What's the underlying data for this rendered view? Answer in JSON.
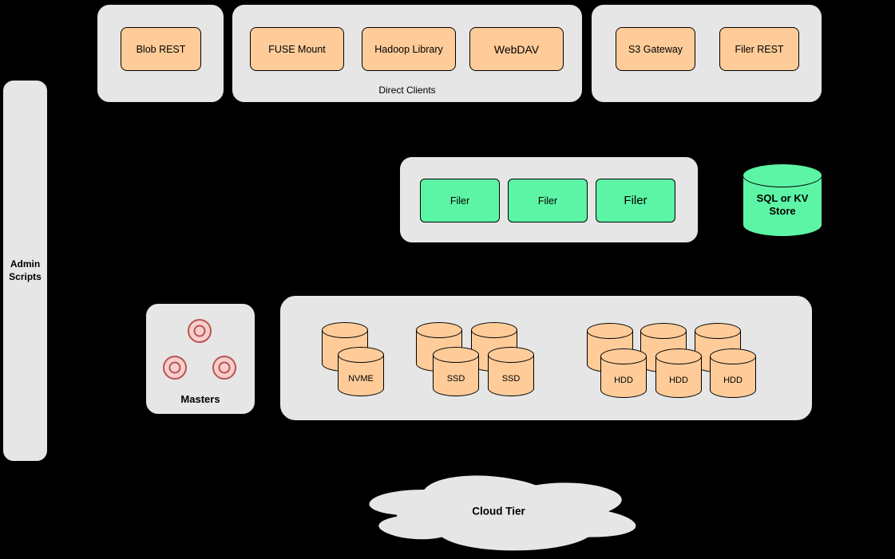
{
  "colors": {
    "background": "#000000",
    "container_fill": "#E6E6E6",
    "node_orange": "#FFCC99",
    "node_green": "#5CF5A6",
    "master_pink": "#F8CECC",
    "master_border": "#B85450",
    "outline": "#000000"
  },
  "admin_scripts": {
    "label": "Admin Scripts"
  },
  "groups": {
    "blob": {
      "items": [
        "Blob REST"
      ]
    },
    "direct_clients": {
      "caption": "Direct Clients",
      "items": [
        "FUSE Mount",
        "Hadoop Library",
        "WebDAV"
      ]
    },
    "gateways": {
      "items": [
        "S3 Gateway",
        "Filer REST"
      ]
    },
    "filers": {
      "items": [
        "Filer",
        "Filer",
        "Filer"
      ]
    }
  },
  "masters": {
    "label": "Masters"
  },
  "volume_servers": {
    "disks": [
      "NVME",
      "SSD",
      "SSD",
      "HDD",
      "HDD",
      "HDD"
    ]
  },
  "store": {
    "label": "SQL or KV Store"
  },
  "cloud_tier": {
    "label": "Cloud Tier"
  }
}
